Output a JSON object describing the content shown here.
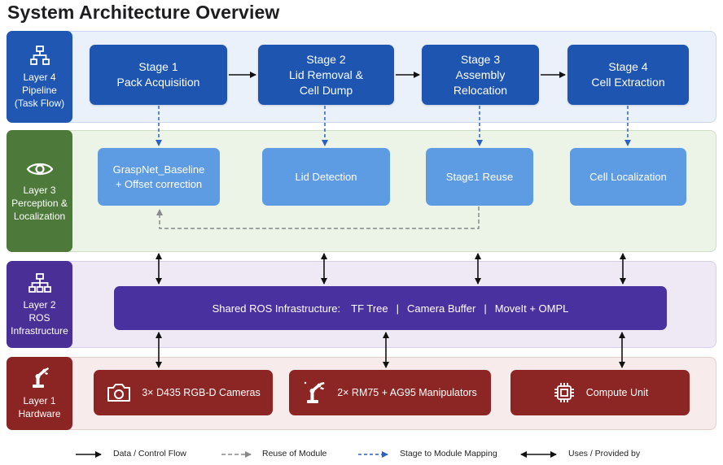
{
  "title": "System Architecture Overview",
  "layers": [
    {
      "icon": "hierarchy-icon",
      "lines": [
        "Layer 4",
        "Pipeline",
        "(Task Flow)"
      ],
      "color": "#1f57b3"
    },
    {
      "icon": "eye-icon",
      "lines": [
        "Layer 3",
        "Perception &",
        "Localization"
      ],
      "color": "#4d7a3b"
    },
    {
      "icon": "network-icon",
      "lines": [
        "Layer 2",
        "ROS",
        "Infrastructure"
      ],
      "color": "#4a2f96"
    },
    {
      "icon": "robot-arm-icon",
      "lines": [
        "Layer 1",
        "Hardware"
      ],
      "color": "#8b2523"
    }
  ],
  "stages": [
    {
      "title": "Stage 1",
      "lines": [
        "Pack Acquisition"
      ]
    },
    {
      "title": "Stage 2",
      "lines": [
        "Lid Removal &",
        "Cell Dump"
      ]
    },
    {
      "title": "Stage 3",
      "lines": [
        "Assembly",
        "Relocation"
      ]
    },
    {
      "title": "Stage 4",
      "lines": [
        "Cell Extraction"
      ]
    }
  ],
  "perception": [
    {
      "lines": [
        "GraspNet_Baseline",
        "+ Offset correction"
      ]
    },
    {
      "lines": [
        "Lid Detection"
      ]
    },
    {
      "lines": [
        "Stage1 Reuse"
      ]
    },
    {
      "lines": [
        "Cell Localization"
      ]
    }
  ],
  "ros": {
    "label": "Shared ROS Infrastructure:",
    "items": [
      "TF Tree",
      "Camera Buffer",
      "MoveIt + OMPL"
    ],
    "separator": "|"
  },
  "hardware": [
    {
      "icon": "camera-icon",
      "label": "3× D435 RGB-D Cameras"
    },
    {
      "icon": "robot-arm-icon",
      "label": "2× RM75 + AG95 Manipulators"
    },
    {
      "icon": "chip-icon",
      "label": "Compute Unit"
    }
  ],
  "legend": [
    {
      "style": "solid-arrow",
      "label": "Data / Control Flow"
    },
    {
      "style": "gray-dashed-arrow",
      "label": "Reuse of Module"
    },
    {
      "style": "blue-dashed-arrow",
      "label": "Stage to Module Mapping"
    },
    {
      "style": "double-arrow",
      "label": "Uses / Provided by"
    }
  ],
  "colors": {
    "stage": "#1d55b1",
    "perception": "#5d9be2",
    "ros": "#4a31a0",
    "hardware": "#8c2624",
    "mapping_arrow": "#2a62c4",
    "reuse_arrow": "#8a8a8a"
  }
}
